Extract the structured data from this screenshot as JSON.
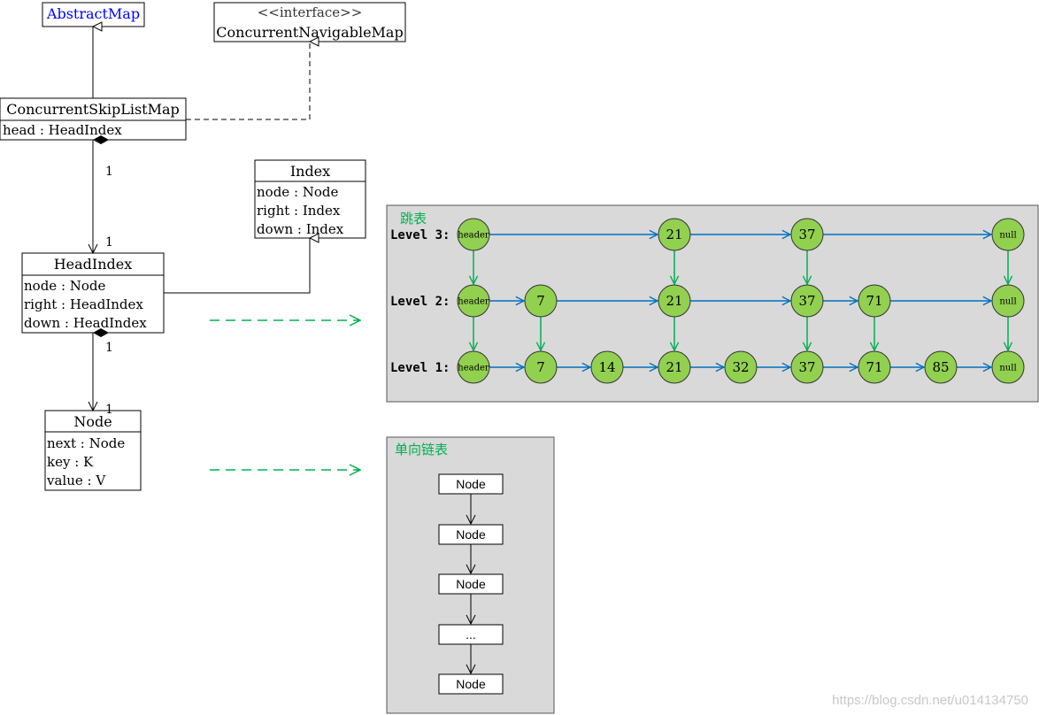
{
  "colors": {
    "node_fill": "#92d050",
    "green_arrow": "#00b050",
    "blue_arrow": "#0070c0",
    "abstract_text": "#0000ff",
    "panel_bg": "#d9d9d9",
    "panel_title": "#00b050"
  },
  "uml": {
    "abstract_map": {
      "name": "AbstractMap"
    },
    "nav_map": {
      "stereotype": "<<interface>>",
      "name": "ConcurrentNavigableMap"
    },
    "skiplist_map": {
      "name": "ConcurrentSkipListMap",
      "attrs": [
        "head : HeadIndex"
      ]
    },
    "index": {
      "name": "Index",
      "attrs": [
        "node : Node",
        "right : Index",
        "down : Index"
      ]
    },
    "head_index": {
      "name": "HeadIndex",
      "attrs": [
        "node : Node",
        "right : HeadIndex",
        "down : HeadIndex"
      ]
    },
    "node": {
      "name": "Node",
      "attrs": [
        "next : Node",
        "key : K",
        "value : V"
      ]
    },
    "multiplicity": {
      "map_head_top": "1",
      "map_head_bottom": "1",
      "head_node_top": "1",
      "head_node_bottom": "1"
    }
  },
  "skiplist": {
    "title": "跳表",
    "levels": [
      {
        "label": "Level 3:",
        "nodes": [
          "header",
          "21",
          "37",
          "null"
        ]
      },
      {
        "label": "Level 2:",
        "nodes": [
          "header",
          "7",
          "21",
          "37",
          "71",
          "null"
        ]
      },
      {
        "label": "Level 1:",
        "nodes": [
          "header",
          "7",
          "14",
          "21",
          "32",
          "37",
          "71",
          "85",
          "null"
        ]
      }
    ]
  },
  "linked_list": {
    "title": "单向链表",
    "nodes": [
      "Node",
      "Node",
      "Node",
      "...",
      "Node"
    ]
  },
  "watermark": "https://blog.csdn.net/u014134750"
}
